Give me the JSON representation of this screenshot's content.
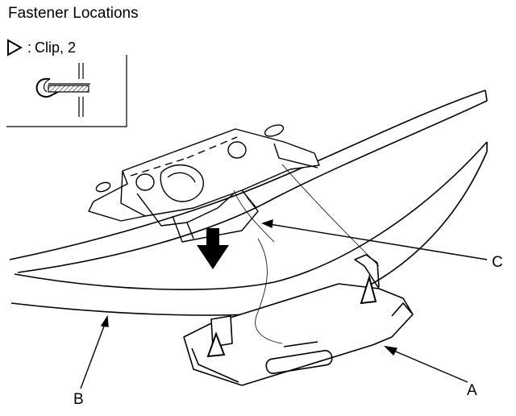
{
  "title": "Fastener Locations",
  "legend": {
    "symbol": "clip-triangle-icon",
    "separator": ":",
    "text": "Clip, 2"
  },
  "callouts": {
    "a": "A",
    "b": "B",
    "c": "C"
  }
}
